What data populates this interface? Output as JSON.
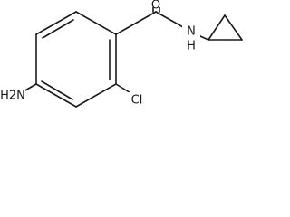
{
  "structure": {
    "atoms": {
      "amine": "H2N",
      "chloro": "Cl",
      "carbonyl_oxygen": "O",
      "amide_nitrogen": "N",
      "amide_hydrogen": "H"
    }
  },
  "colors": {
    "bond": "#1a1a1a",
    "label": "#1a1a1a",
    "background": "#ffffff"
  }
}
